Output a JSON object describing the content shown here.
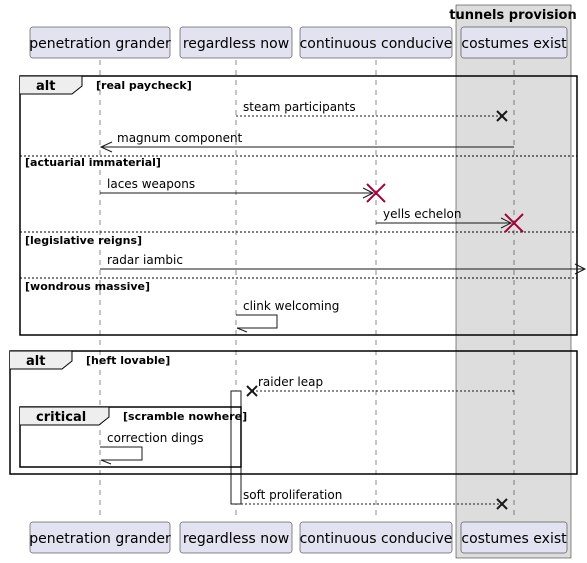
{
  "box": {
    "title": "tunnels provision"
  },
  "participants": [
    {
      "id": "p1",
      "label": "penetration grander"
    },
    {
      "id": "p2",
      "label": "regardless now"
    },
    {
      "id": "p3",
      "label": "continuous conducive"
    },
    {
      "id": "p4",
      "label": "costumes exist"
    }
  ],
  "fragments": [
    {
      "keyword": "alt",
      "sections": [
        {
          "guard": "[real paycheck]"
        },
        {
          "guard": "[actuarial immaterial]"
        },
        {
          "guard": "[legislative reigns]"
        },
        {
          "guard": "[wondrous massive]"
        }
      ]
    },
    {
      "keyword": "alt",
      "sections": [
        {
          "guard": "[heft lovable]"
        }
      ]
    },
    {
      "keyword": "critical",
      "sections": [
        {
          "guard": "[scramble nowhere]"
        }
      ]
    }
  ],
  "messages": [
    {
      "label": "steam participants",
      "from": "regardless now",
      "to": "costumes exist",
      "style": "dashed",
      "end": "destroy"
    },
    {
      "label": "magnum component",
      "from": "costumes exist",
      "to": "penetration grander",
      "style": "solid",
      "end": "open-arrow"
    },
    {
      "label": "laces weapons",
      "from": "penetration grander",
      "to": "continuous conducive",
      "style": "solid",
      "end": "destroy-lifeline"
    },
    {
      "label": "yells echelon",
      "from": "continuous conducive",
      "to": "costumes exist",
      "style": "solid",
      "end": "destroy-lifeline"
    },
    {
      "label": "radar iambic",
      "from": "penetration grander",
      "to": "outside",
      "style": "solid",
      "end": "open-arrow"
    },
    {
      "label": "clink welcoming",
      "from": "regardless now",
      "to": "regardless now",
      "style": "solid",
      "end": "half-arrow"
    },
    {
      "label": "raider leap",
      "from": "costumes exist",
      "to": "regardless now",
      "style": "dashed",
      "end": "destroy"
    },
    {
      "label": "correction dings",
      "from": "penetration grander",
      "to": "penetration grander",
      "style": "solid",
      "end": "half-arrow"
    },
    {
      "label": "soft proliferation",
      "from": "regardless now",
      "to": "costumes exist",
      "style": "dashed",
      "end": "destroy"
    }
  ],
  "colors": {
    "participant_fill": "#E2E2F0",
    "participant_border": "#181818",
    "box_fill": "#DDDDDD",
    "destroy_mark": "#A80036",
    "line": "#181818"
  }
}
